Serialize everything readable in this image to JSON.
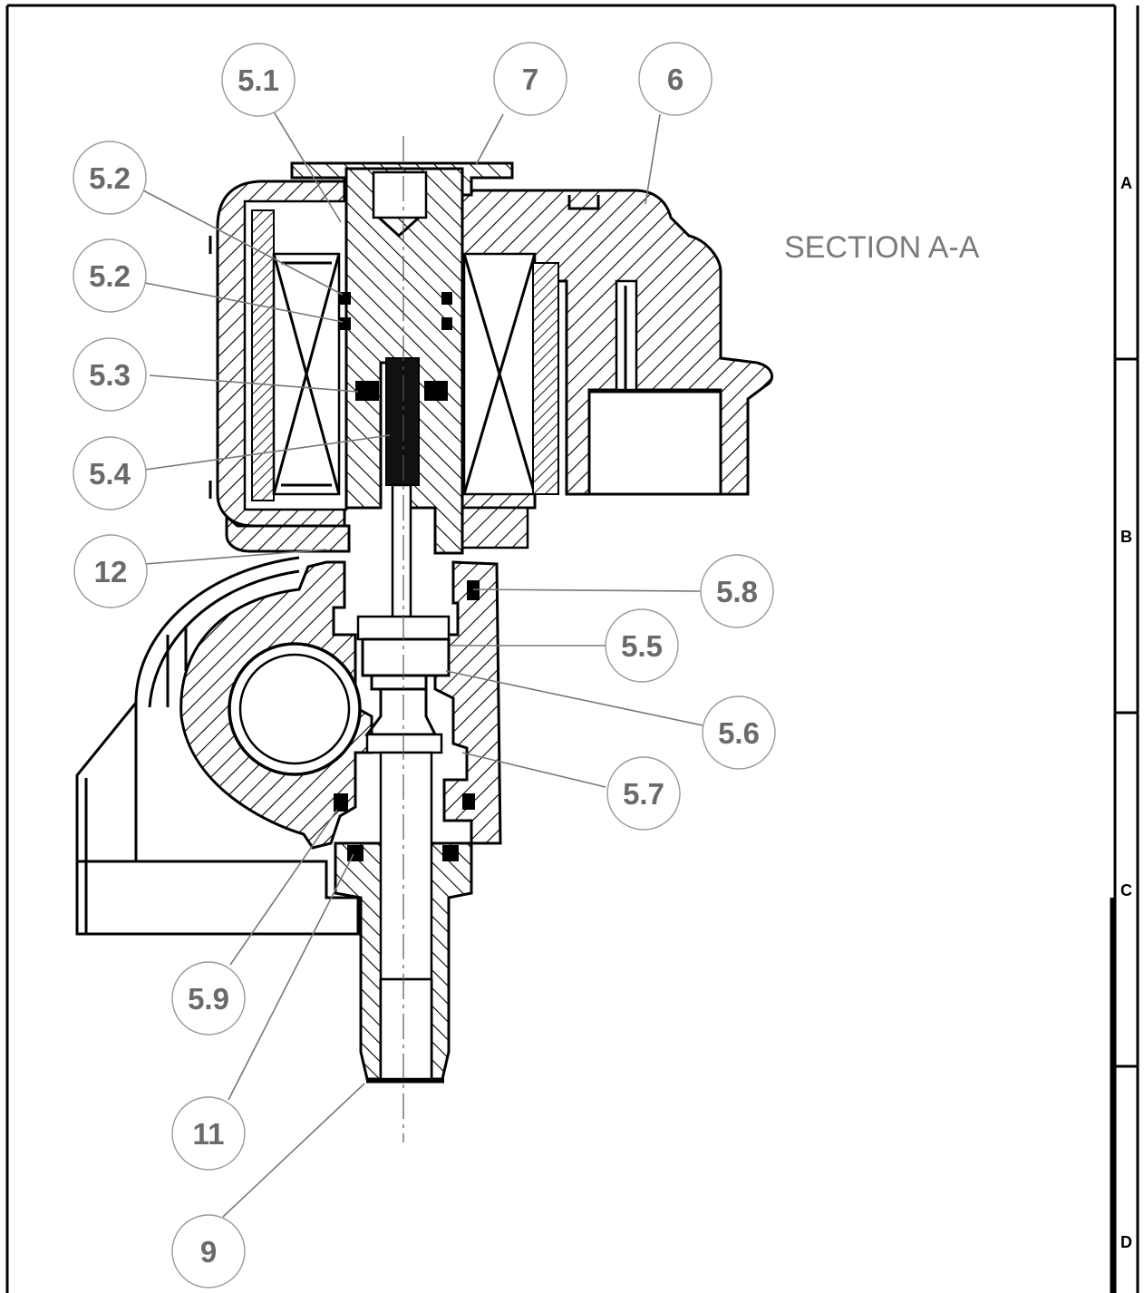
{
  "title": "SECTION A-A",
  "zones": [
    "A",
    "B",
    "C",
    "D"
  ],
  "balloons": [
    {
      "id": "5.1",
      "label": "5.1"
    },
    {
      "id": "7",
      "label": "7"
    },
    {
      "id": "6",
      "label": "6"
    },
    {
      "id": "5.2a",
      "label": "5.2"
    },
    {
      "id": "5.2b",
      "label": "5.2"
    },
    {
      "id": "5.3",
      "label": "5.3"
    },
    {
      "id": "5.4",
      "label": "5.4"
    },
    {
      "id": "12",
      "label": "12"
    },
    {
      "id": "5.8",
      "label": "5.8"
    },
    {
      "id": "5.5",
      "label": "5.5"
    },
    {
      "id": "5.6",
      "label": "5.6"
    },
    {
      "id": "5.7",
      "label": "5.7"
    },
    {
      "id": "5.9",
      "label": "5.9"
    },
    {
      "id": "11",
      "label": "11"
    },
    {
      "id": "9",
      "label": "9"
    }
  ]
}
